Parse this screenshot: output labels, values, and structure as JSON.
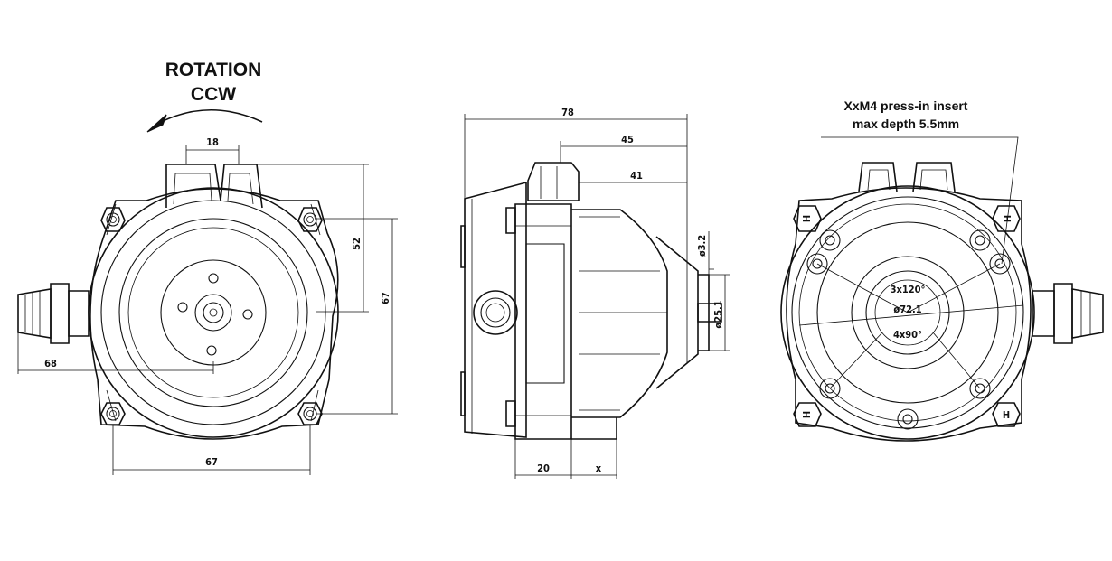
{
  "labels": {
    "rotation_line1": "ROTATION",
    "rotation_line2": "CCW",
    "insert_line1": "XxM4 press-in insert",
    "insert_line2": "max depth 5.5mm"
  },
  "dimensions": {
    "front": {
      "slot_width": "18",
      "height_52": "52",
      "height_67": "67",
      "offset_68": "68",
      "width_67": "67"
    },
    "side": {
      "overall_78": "78",
      "depth_45": "45",
      "depth_41": "41",
      "shaft_dia": "ø3.2",
      "hub_dia": "ø25.1",
      "flange_20": "20",
      "var_x": "x"
    },
    "rear": {
      "pattern_3x120": "3x120°",
      "pcd": "ø72.1",
      "pattern_4x90": "4x90°",
      "insert_mark": "H"
    }
  },
  "colors": {
    "line": "#111111",
    "background": "#ffffff"
  }
}
